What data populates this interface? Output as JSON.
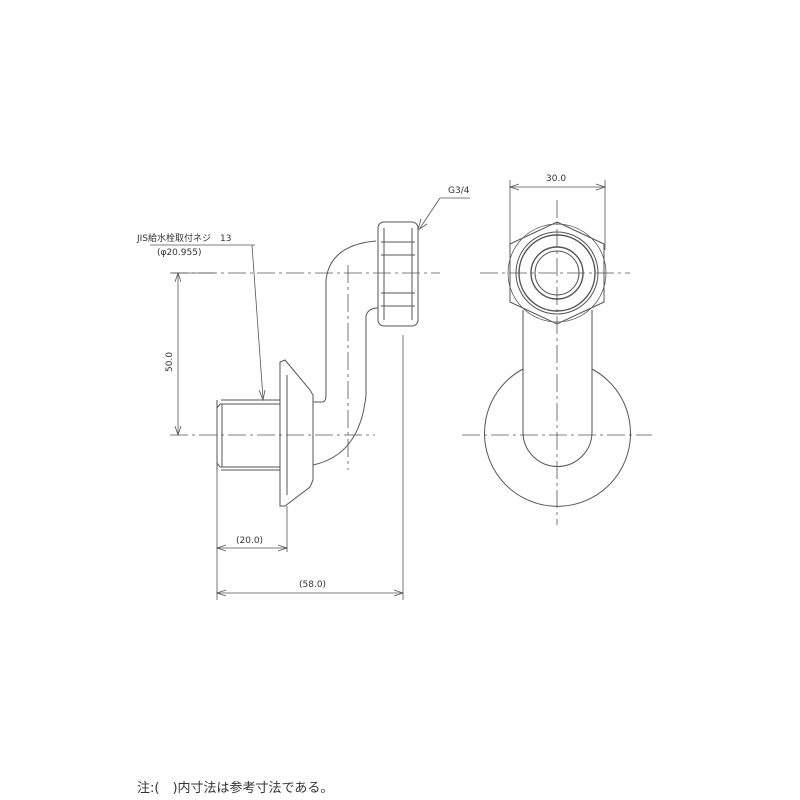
{
  "drawing": {
    "type": "technical-drawing",
    "views": [
      "side-view",
      "front-view"
    ],
    "labels": {
      "thread_spec": "JIS給水栓取付ネジ　13",
      "thread_diameter": "(φ20.955)",
      "nut_thread": "G3/4",
      "width_dim": "30.0",
      "height_dim": "50.0",
      "thread_length_dim": "(20.0)",
      "total_length_dim": "(58.0)"
    },
    "note": "注:(　)内寸法は参考寸法である。"
  }
}
